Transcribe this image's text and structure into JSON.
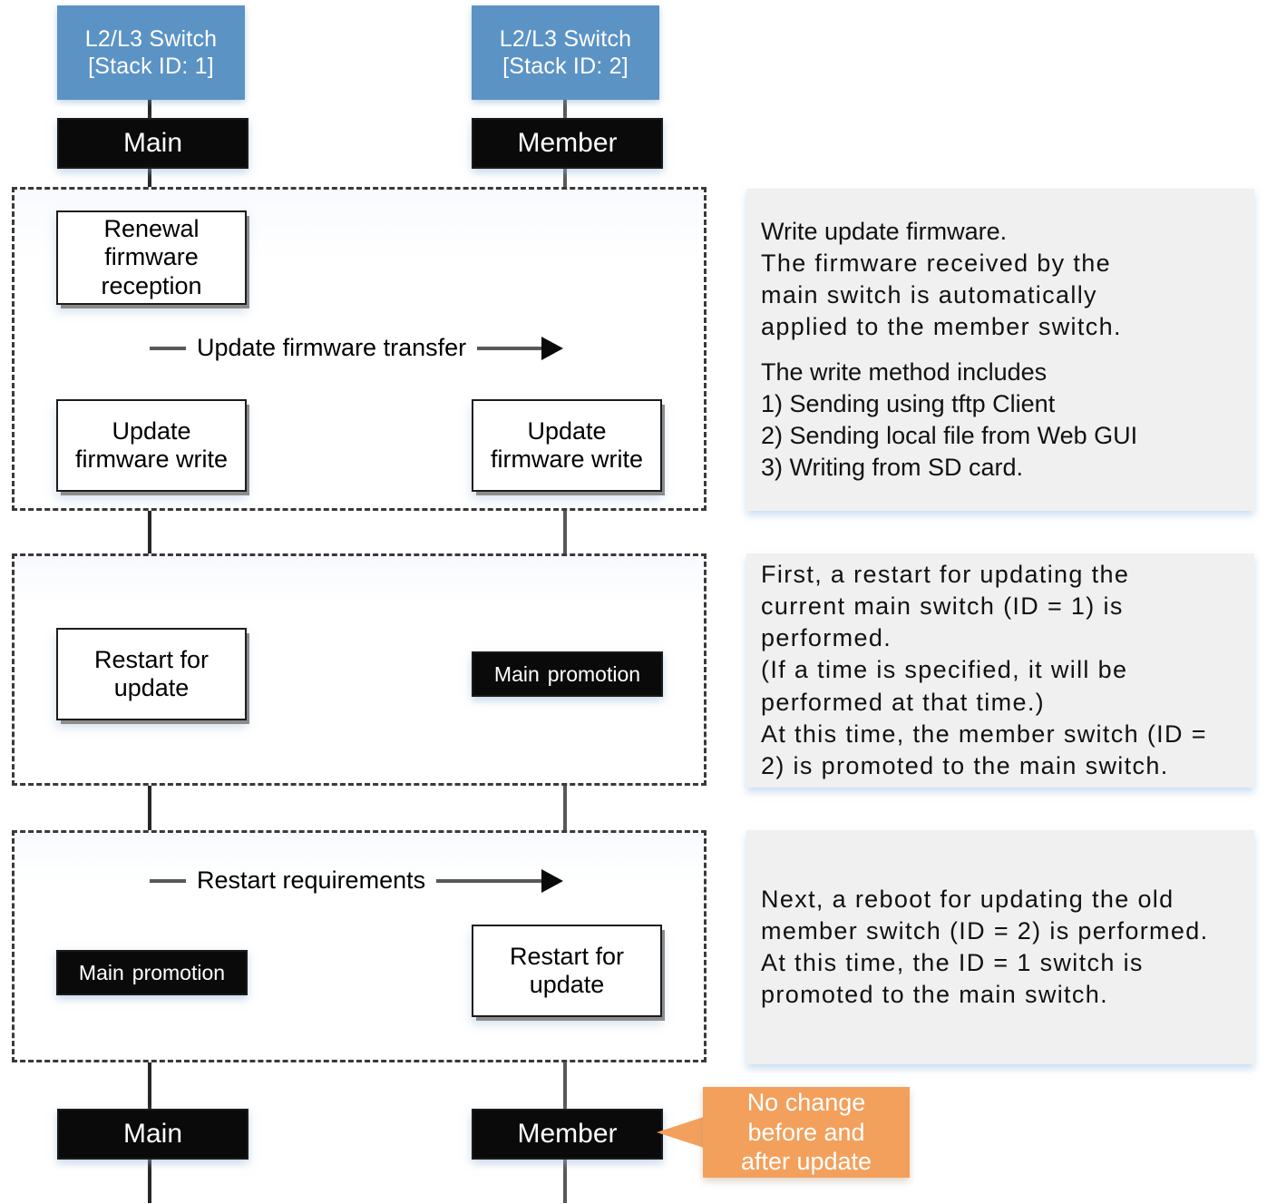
{
  "columns": [
    {
      "title_line1": "L2/L3 Switch",
      "title_line2": "[Stack ID: 1]",
      "initial_role": "Main",
      "final_role": "Main"
    },
    {
      "title_line1": "L2/L3 Switch",
      "title_line2": "[Stack ID: 2]",
      "initial_role": "Member",
      "final_role": "Member"
    }
  ],
  "colors": {
    "switch_header": "#5b93c5",
    "role_box": "#0a0a0a",
    "callout": "#f3a05c",
    "note_panel": "#f0f0f0",
    "lifeline": "#595959"
  },
  "sections": [
    {
      "left_boxes": [
        "Renewal\nfirmware\nreception",
        "Update\nfirmware write"
      ],
      "right_boxes": [
        "Update\nfirmware write"
      ],
      "message": "Update firmware transfer"
    },
    {
      "left_boxes": [
        "Restart for\nupdate"
      ],
      "promotion_label_keyword": "Main",
      "promotion_label_rest": "promotion"
    },
    {
      "message": "Restart requirements",
      "right_boxes": [
        "Restart for\nupdate"
      ],
      "promotion_label_keyword": "Main",
      "promotion_label_rest": "promotion"
    }
  ],
  "boxes": {
    "renewal_firmware_reception_l1": "Renewal",
    "renewal_firmware_reception_l2": "firmware",
    "renewal_firmware_reception_l3": "reception",
    "update_firmware_write_l1": "Update",
    "update_firmware_write_l2": "firmware write",
    "restart_for_update_l1": "Restart for",
    "restart_for_update_l2": "update"
  },
  "messages": {
    "firmware_transfer": "Update firmware transfer",
    "restart_requirements": "Restart requirements"
  },
  "promotion": {
    "keyword": "Main",
    "rest": "promotion"
  },
  "notes": [
    {
      "lines": [
        {
          "text": "Write update firmware.",
          "spread": false
        },
        {
          "text": "The firmware received by the",
          "spread": true
        },
        {
          "text": "main switch is automatically",
          "spread": true
        },
        {
          "text": "applied to the member switch.",
          "spread": true
        },
        {
          "text": "",
          "spread": false
        },
        {
          "text": "The write method includes",
          "spread": false
        },
        {
          "text": "1) Sending using tftp Client",
          "spread": false
        },
        {
          "text": "2) Sending local file from Web GUI",
          "spread": false
        },
        {
          "text": "3) Writing from SD card.",
          "spread": false
        }
      ]
    },
    {
      "lines": [
        {
          "text": "First, a restart for updating the",
          "spread": true
        },
        {
          "text": "current main switch (ID = 1) is",
          "spread": true
        },
        {
          "text": "performed.",
          "spread": true
        },
        {
          "text": "(If a time is specified, it will be",
          "spread": true
        },
        {
          "text": "performed at that time.)",
          "spread": true
        },
        {
          "text": "At this time, the member switch (ID =",
          "spread": true
        },
        {
          "text": "2) is promoted to the main switch.",
          "spread": true
        }
      ]
    },
    {
      "lines": [
        {
          "text": "Next, a reboot for updating the old",
          "spread": true
        },
        {
          "text": "member switch (ID = 2) is performed.",
          "spread": true
        },
        {
          "text": "At this time, the ID = 1 switch is",
          "spread": true
        },
        {
          "text": "promoted to the main switch.",
          "spread": true
        }
      ]
    }
  ],
  "callout": {
    "line1": "No change",
    "line2": "before and",
    "line3": "after update"
  }
}
